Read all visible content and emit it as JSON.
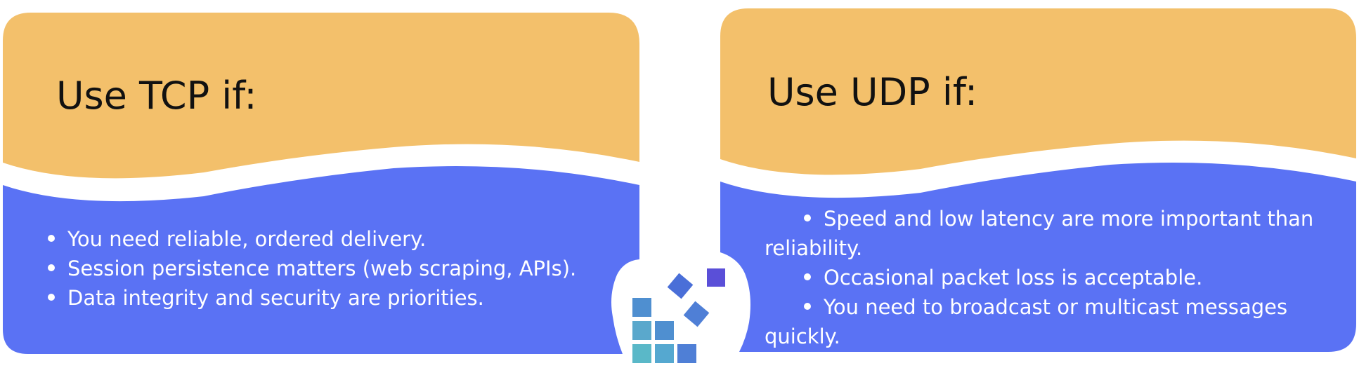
{
  "colors": {
    "header": "#f3c06b",
    "body": "#5a72f4",
    "logo_teal": "#5ab4c8",
    "logo_blue": "#4f7fd6",
    "logo_purple": "#5a4fd8"
  },
  "tcp": {
    "title": "Use TCP if:",
    "items": [
      "You need reliable, ordered delivery.",
      "Session persistence matters (web scraping, APIs).",
      "Data integrity and security are priorities."
    ]
  },
  "udp": {
    "title": "Use UDP if:",
    "items": [
      {
        "first": "Speed and low latency are more important than",
        "rest": "reliability."
      },
      {
        "first": "Occasional packet loss is acceptable.",
        "rest": ""
      },
      {
        "first": "You need to broadcast or multicast messages",
        "rest": "quickly."
      }
    ]
  },
  "logo": {
    "icon": "stacked-blocks-logo-icon"
  }
}
